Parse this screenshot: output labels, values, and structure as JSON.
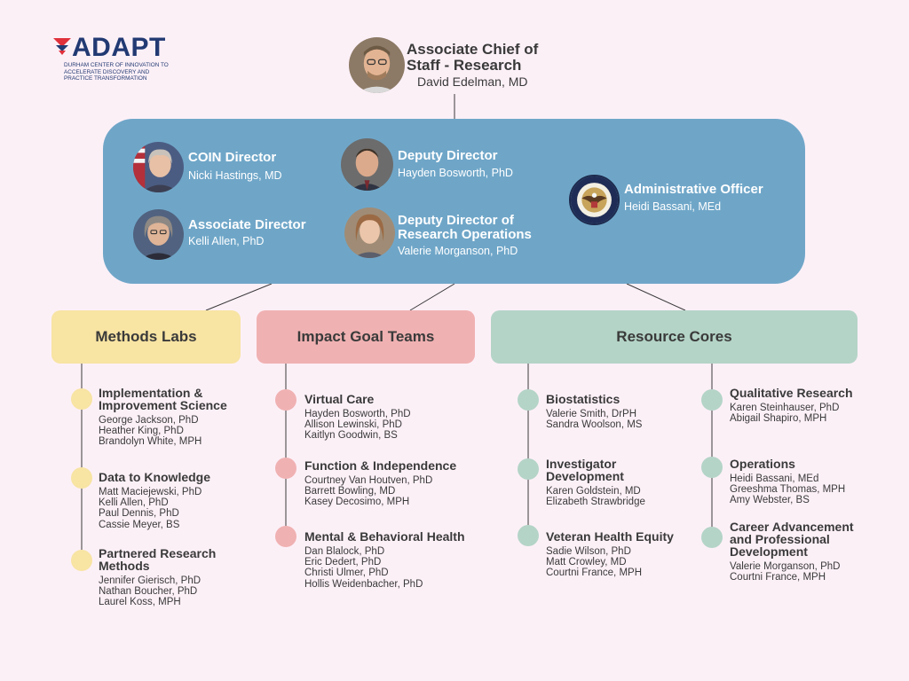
{
  "logo": {
    "name": "ADAPT",
    "subtitle": "DURHAM CENTER OF INNOVATION TO ACCELERATE DISCOVERY AND PRACTICE TRANSFORMATION"
  },
  "top": {
    "title": "Associate Chief of Staff - Research",
    "name": "David Edelman, MD"
  },
  "leadership": {
    "coin_director": {
      "title": "COIN Director",
      "name": "Nicki Hastings, MD"
    },
    "associate_director": {
      "title": "Associate Director",
      "name": "Kelli Allen, PhD"
    },
    "deputy_director": {
      "title": "Deputy Director",
      "name": "Hayden Bosworth, PhD"
    },
    "deputy_director_ops": {
      "title": "Deputy Director of Research Operations",
      "name": "Valerie Morganson, PhD"
    },
    "admin_officer": {
      "title": "Administrative Officer",
      "name": "Heidi Bassani, MEd"
    }
  },
  "categories": {
    "methods": {
      "label": "Methods Labs",
      "items": [
        {
          "title": "Implementation & Improvement Science",
          "names": [
            "George Jackson, PhD",
            "Heather King, PhD",
            "Brandolyn White, MPH"
          ]
        },
        {
          "title": "Data to Knowledge",
          "names": [
            "Matt Maciejewski, PhD",
            "Kelli Allen, PhD",
            "Paul Dennis, PhD",
            "Cassie Meyer, BS"
          ]
        },
        {
          "title": "Partnered Research Methods",
          "names": [
            "Jennifer Gierisch, PhD",
            "Nathan Boucher, PhD",
            "Laurel Koss, MPH"
          ]
        }
      ]
    },
    "impact": {
      "label": "Impact Goal Teams",
      "items": [
        {
          "title": "Virtual Care",
          "names": [
            "Hayden Bosworth, PhD",
            "Allison Lewinski, PhD",
            "Kaitlyn Goodwin, BS"
          ]
        },
        {
          "title": "Function & Independence",
          "names": [
            "Courtney Van Houtven, PhD",
            "Barrett Bowling, MD",
            "Kasey Decosimo, MPH"
          ]
        },
        {
          "title": "Mental & Behavioral Health",
          "names": [
            "Dan Blalock, PhD",
            "Eric Dedert, PhD",
            "Christi Ulmer, PhD",
            "Hollis Weidenbacher, PhD"
          ]
        }
      ]
    },
    "resource": {
      "label": "Resource Cores",
      "items": [
        {
          "title": "Biostatistics",
          "names": [
            "Valerie Smith, DrPH",
            "Sandra Woolson, MS"
          ]
        },
        {
          "title": "Investigator Development",
          "names": [
            "Karen Goldstein, MD",
            "Elizabeth Strawbridge"
          ]
        },
        {
          "title": "Veteran Health Equity",
          "names": [
            "Sadie Wilson, PhD",
            "Matt Crowley, MD",
            "Courtni France, MPH"
          ]
        },
        {
          "title": "Qualitative Research",
          "names": [
            "Karen Steinhauser, PhD",
            "Abigail Shapiro, MPH"
          ]
        },
        {
          "title": "Operations",
          "names": [
            "Heidi Bassani, MEd",
            "Greeshma Thomas, MPH",
            "Amy Webster, BS"
          ]
        },
        {
          "title": "Career Advancement and Professional Development",
          "names": [
            "Valerie Morganson, PhD",
            "Courtni France, MPH"
          ]
        }
      ]
    }
  },
  "colors": {
    "background": "#fcf0f7",
    "leadership_box": "#6fa6c8",
    "methods": "#f8e4a3",
    "impact": "#f0b1b2",
    "resource": "#b4d4c7",
    "logo": "#223a73",
    "logo_accent": "#e0303a"
  }
}
